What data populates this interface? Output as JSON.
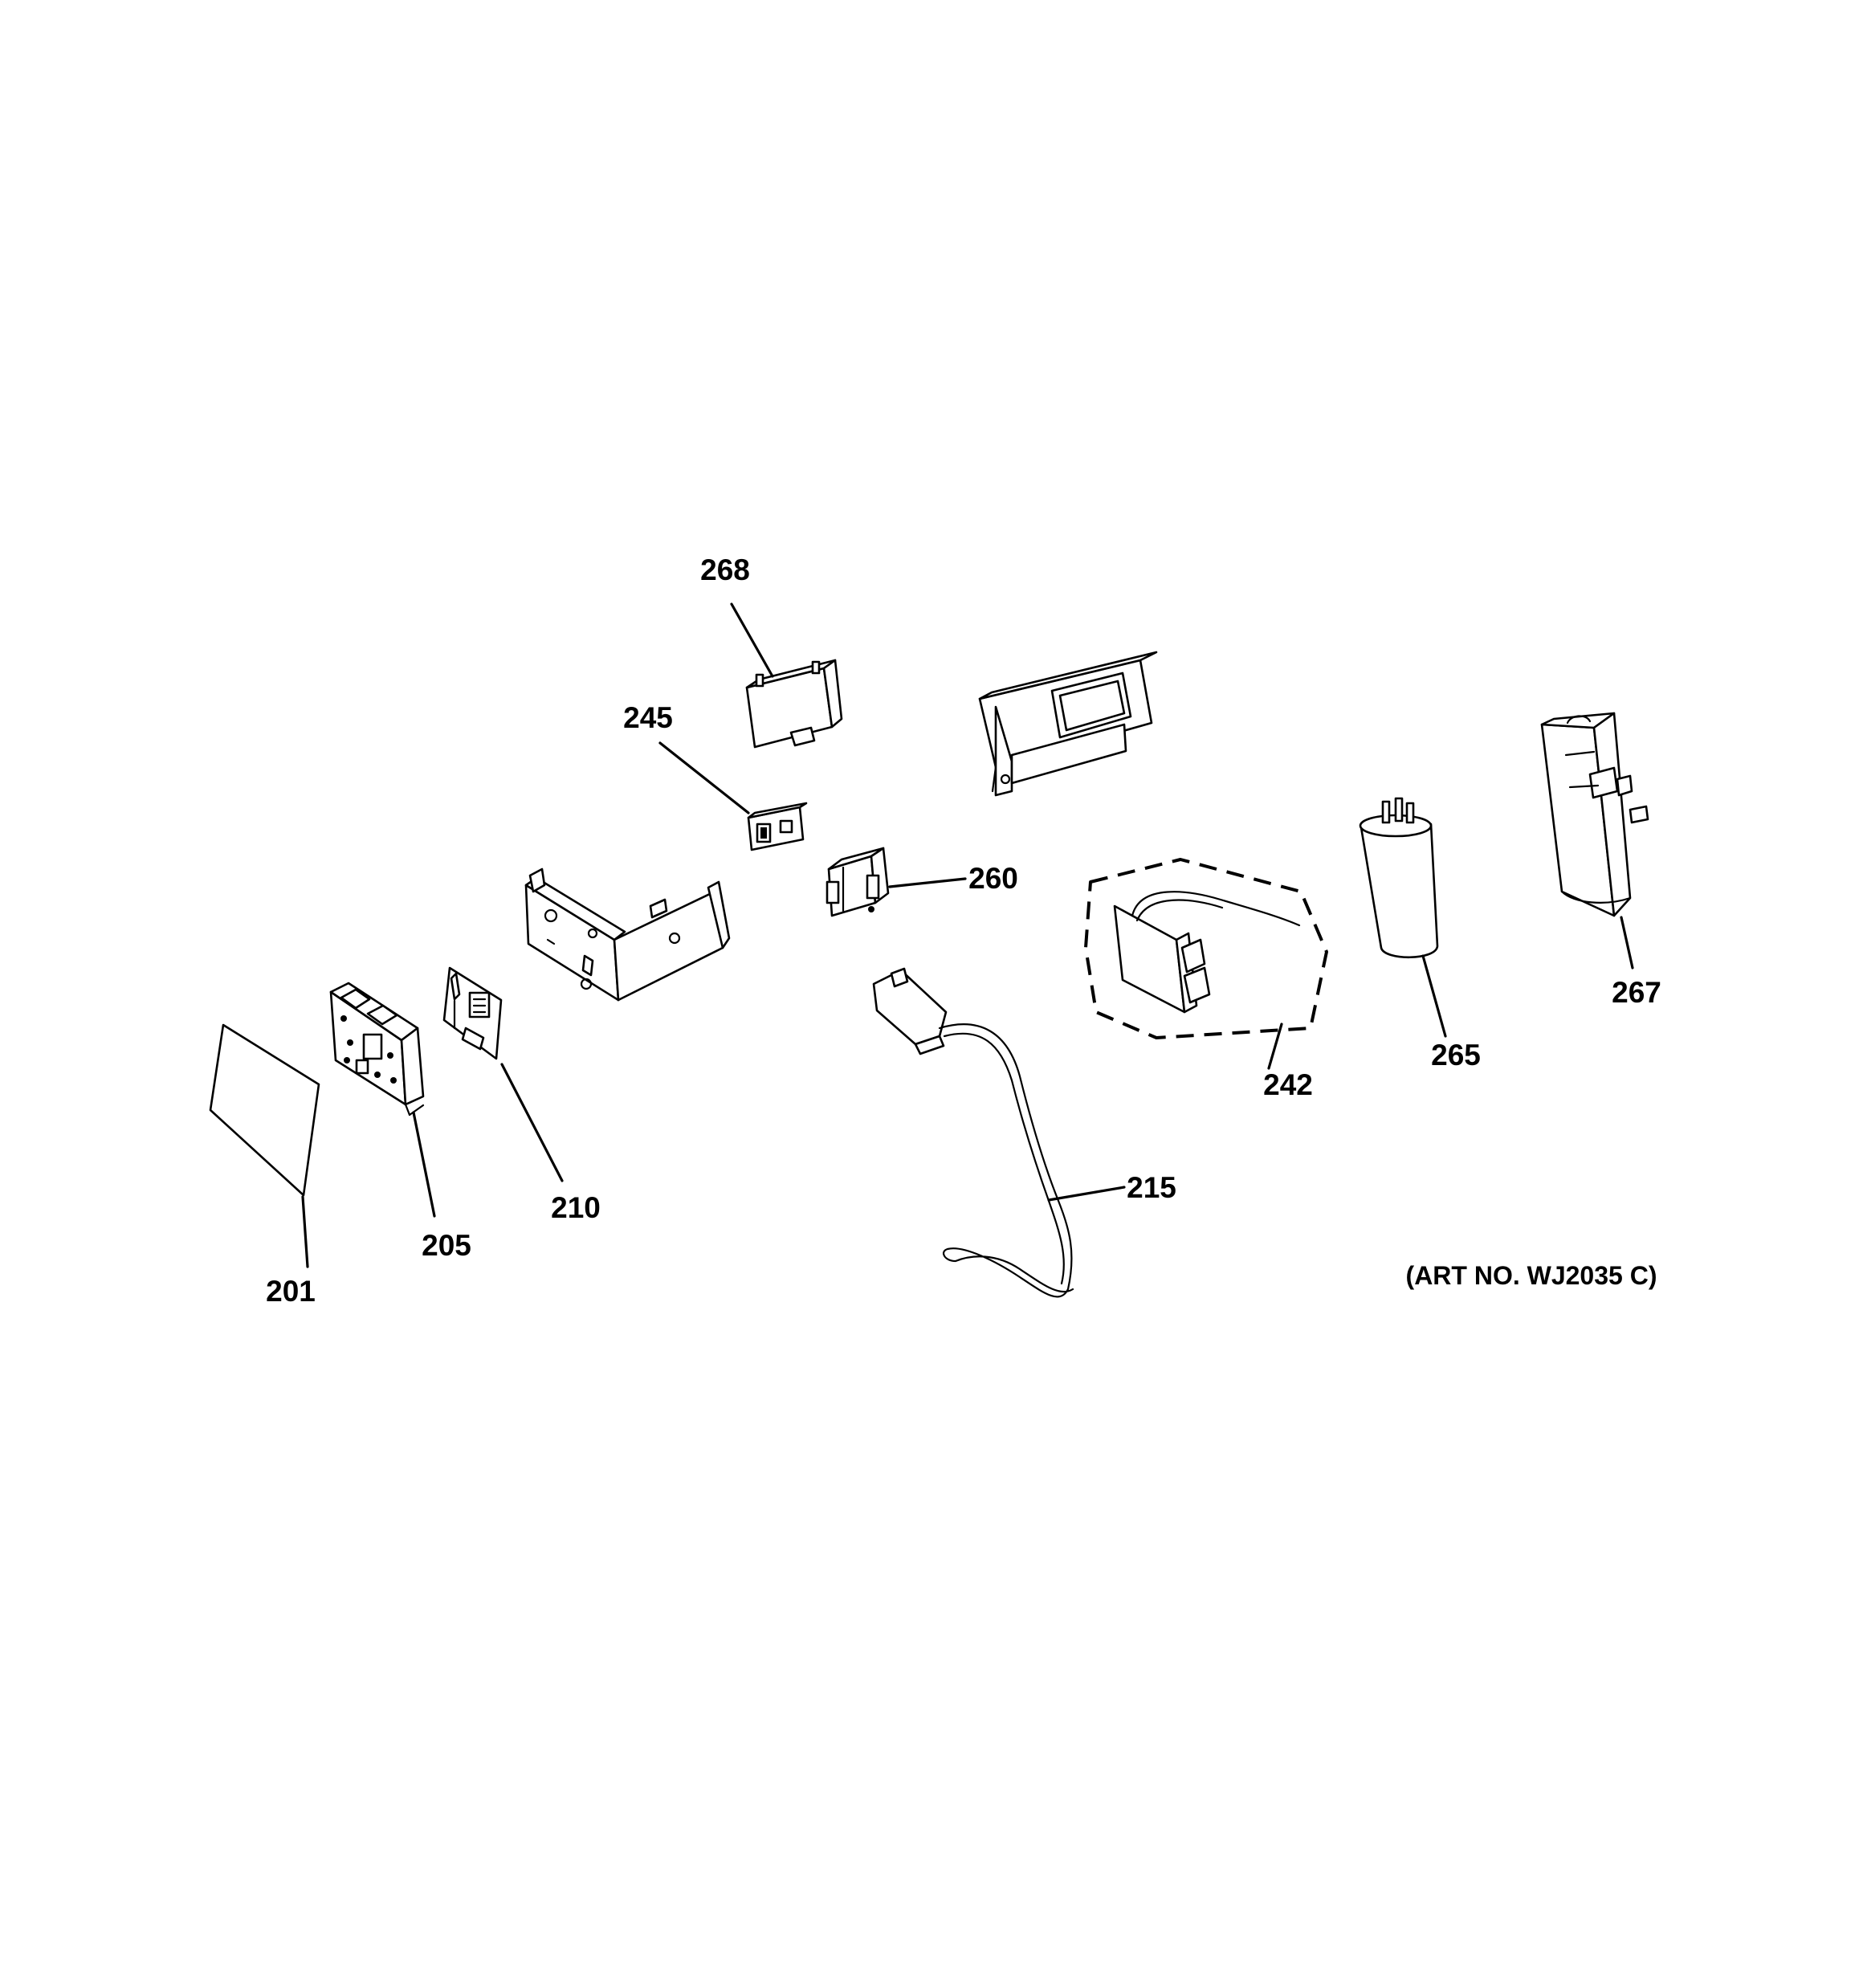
{
  "diagram": {
    "parts": [
      {
        "id": "201"
      },
      {
        "id": "205"
      },
      {
        "id": "210"
      },
      {
        "id": "215"
      },
      {
        "id": "242"
      },
      {
        "id": "245"
      },
      {
        "id": "260"
      },
      {
        "id": "265"
      },
      {
        "id": "267"
      },
      {
        "id": "268"
      }
    ],
    "art_number": "(ART NO. WJ2035 C)"
  }
}
